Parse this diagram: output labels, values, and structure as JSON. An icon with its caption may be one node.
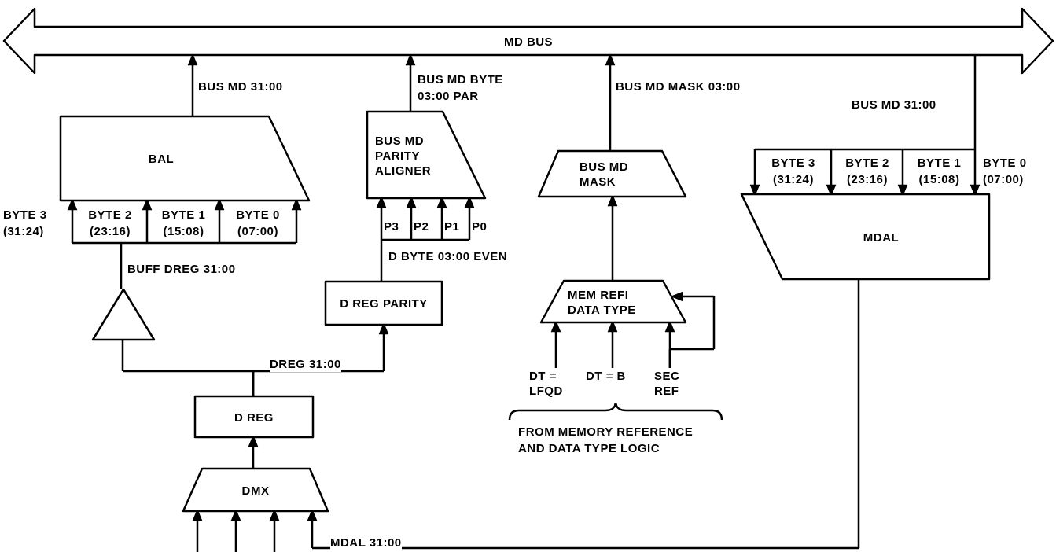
{
  "diagram": {
    "nodes": [
      {
        "text": [
          "MD BUS"
        ]
      },
      {
        "text": [
          "BAL"
        ]
      },
      {
        "text": [
          "BUS MD PARITY ALIGNER"
        ]
      },
      {
        "text": [
          "BUS MD MASK"
        ]
      },
      {
        "text": [
          "MDAL"
        ]
      },
      {
        "text": [],
        "shape": "triangle"
      },
      {
        "text": [
          "D REG PARITY"
        ]
      },
      {
        "text": [
          "MEM REFI DATA TYPE"
        ]
      },
      {
        "text": [
          "D REG"
        ]
      },
      {
        "text": [
          "DMX"
        ]
      },
      {
        "text": [
          "DT = LFQD"
        ]
      },
      {
        "text": [
          "DT = B"
        ]
      },
      {
        "text": [
          "SEC REF"
        ]
      }
    ],
    "edges": [
      {
        "from": 1,
        "to": 0,
        "arrow": "to",
        "label": "BUS MD 31:00"
      },
      {
        "from": 2,
        "to": 0,
        "arrow": "to",
        "label": "BUS MD BYTE 03:00 PAR"
      },
      {
        "from": 3,
        "to": 0,
        "arrow": "to",
        "label": "BUS MD MASK 03:00"
      },
      {
        "from": 0,
        "to": 4,
        "arrow": "to",
        "label": "BUS MD 31:00"
      },
      {
        "from": 5,
        "to": 1,
        "arrow": "to",
        "label": "BUFF DREG 31:00"
      },
      {
        "from": 6,
        "to": 2,
        "arrow": "to",
        "label": "D BYTE 03:00 EVEN"
      },
      {
        "from": 7,
        "to": 3,
        "arrow": "to"
      },
      {
        "from": 8,
        "to": 5,
        "arrow": "none"
      },
      {
        "from": 8,
        "to": 6,
        "arrow": "to",
        "label": "DREG 31:00"
      },
      {
        "from": 9,
        "to": 8,
        "arrow": "to"
      },
      {
        "from": 4,
        "to": 9,
        "arrow": "to",
        "label": "MDAL 31:00"
      },
      {
        "from": null,
        "to": 9,
        "arrow": "to"
      },
      {
        "from": null,
        "to": 9,
        "arrow": "to"
      },
      {
        "from": null,
        "to": 9,
        "arrow": "to"
      },
      {
        "from": 10,
        "to": 7,
        "arrow": "to"
      },
      {
        "from": 11,
        "to": 7,
        "arrow": "to"
      },
      {
        "from": 12,
        "to": 7,
        "arrow": "to"
      },
      {
        "from": 12,
        "to": 7,
        "arrow": "to"
      }
    ],
    "labels": [
      "BYTE 3 (31:24)",
      "BYTE 2 (23:16)",
      "BYTE 1 (15:08)",
      "BYTE 0 (07:00)",
      "P3",
      "P2",
      "P1",
      "P0",
      "BYTE 3 (31:24)",
      "BYTE 2 (23:16)",
      "BYTE 1 (15:08)",
      "BYTE 0 (07:00)",
      "FROM MEMORY REFERENCE AND DATA TYPE LOGIC"
    ]
  }
}
